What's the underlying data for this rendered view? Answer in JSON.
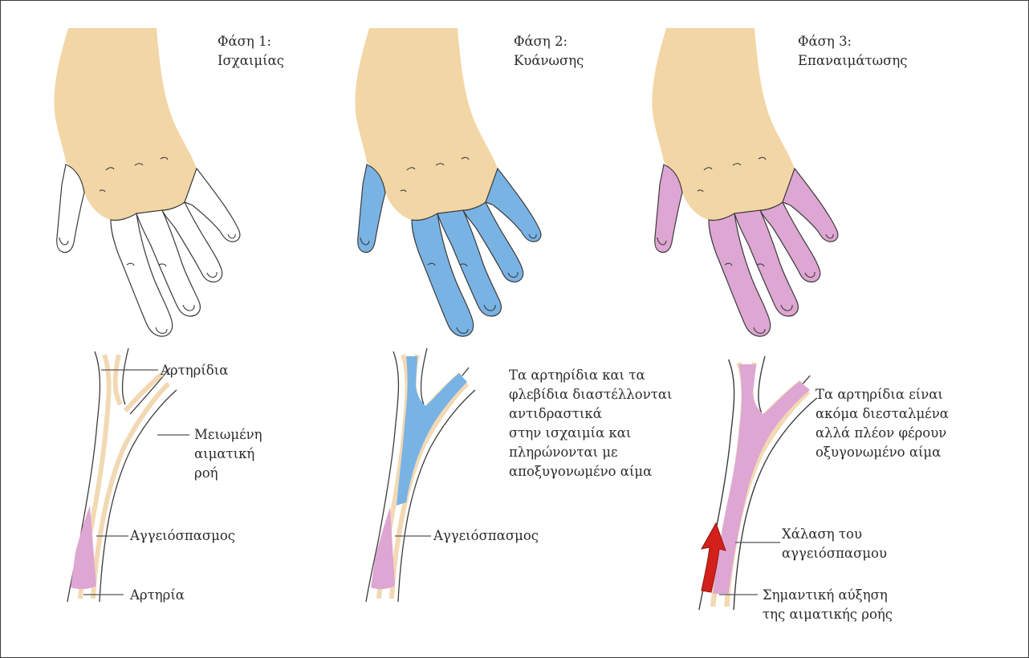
{
  "colors": {
    "skin": "#f3d6a6",
    "ischemia": "#ffffff",
    "cyanosis": "#79b3e4",
    "reperfusion": "#dea6d2",
    "outline": "#3b3b3b",
    "vessel_wall": "#f2d9b3",
    "arrow": "#d3201a"
  },
  "phases": [
    {
      "title": "Φάση 1:",
      "name": "Ισχαιμίας",
      "finger_color": "ischemia"
    },
    {
      "title": "Φάση 2:",
      "name": "Κυάνωσης",
      "finger_color": "cyanosis"
    },
    {
      "title": "Φάση 3:",
      "name": "Επαναιμάτωσης",
      "finger_color": "reperfusion"
    }
  ],
  "vessel1": {
    "arterioles": "Αρτηρίδια",
    "reduced_flow": [
      "Μειωμένη",
      "αιματική",
      "ροή"
    ],
    "vasospasm": "Αγγειόσπασμος",
    "artery": "Αρτηρία"
  },
  "vessel2": {
    "description": [
      "Τα αρτηρίδια και τα",
      "φλεβίδια διαστέλλονται",
      "αντιδραστικά",
      "στην ισχαιμία και",
      "πληρώνονται με",
      "αποξυγονωμένο αίμα"
    ],
    "vasospasm": "Αγγειόσπασμος"
  },
  "vessel3": {
    "description": [
      "Τα αρτηρίδια είναι",
      "ακόμα διεσταλμένα",
      "αλλά πλέον φέρουν",
      "οξυγονωμένο αίμα"
    ],
    "relaxation": [
      "Χάλαση του",
      "αγγειόσπασμου"
    ],
    "flow_increase": [
      "Σημαντική αύξηση",
      "της αιματικής ροής"
    ]
  },
  "icons": [
    "hand-icon",
    "blood-vessel-icon",
    "flow-arrow-icon"
  ]
}
